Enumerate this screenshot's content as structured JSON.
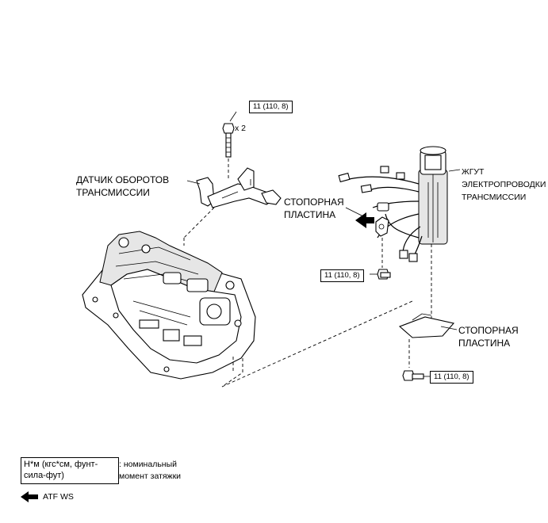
{
  "torque_labels": {
    "top": "11 (110, 8)",
    "plate1": "11 (110, 8)",
    "plate2": "11 (110, 8)"
  },
  "bolt_qty": "x 2",
  "labels": {
    "speed_sensor_line1": "ДАТЧИК ОБОРОТОВ",
    "speed_sensor_line2": "ТРАНСМИССИИ",
    "lock_plate1_line1": "СТОПОРНАЯ",
    "lock_plate1_line2": "ПЛАСТИНА",
    "harness_line1": "ЖГУТ",
    "harness_line2": "ЭЛЕКТРОПРОВОДКИ",
    "harness_line3": "ТРАНСМИССИИ",
    "lock_plate2_line1": "СТОПОРНАЯ",
    "lock_plate2_line2": "ПЛАСТИНА"
  },
  "legend": {
    "units_line1": "Н*м (кгс*см, фунт-",
    "units_line2": "сила-фут)",
    "desc_line1": ": номинальный",
    "desc_line2": "момент затяжки",
    "atf": "ATF WS"
  },
  "icons": {
    "arrow": "filled-left-arrow"
  }
}
